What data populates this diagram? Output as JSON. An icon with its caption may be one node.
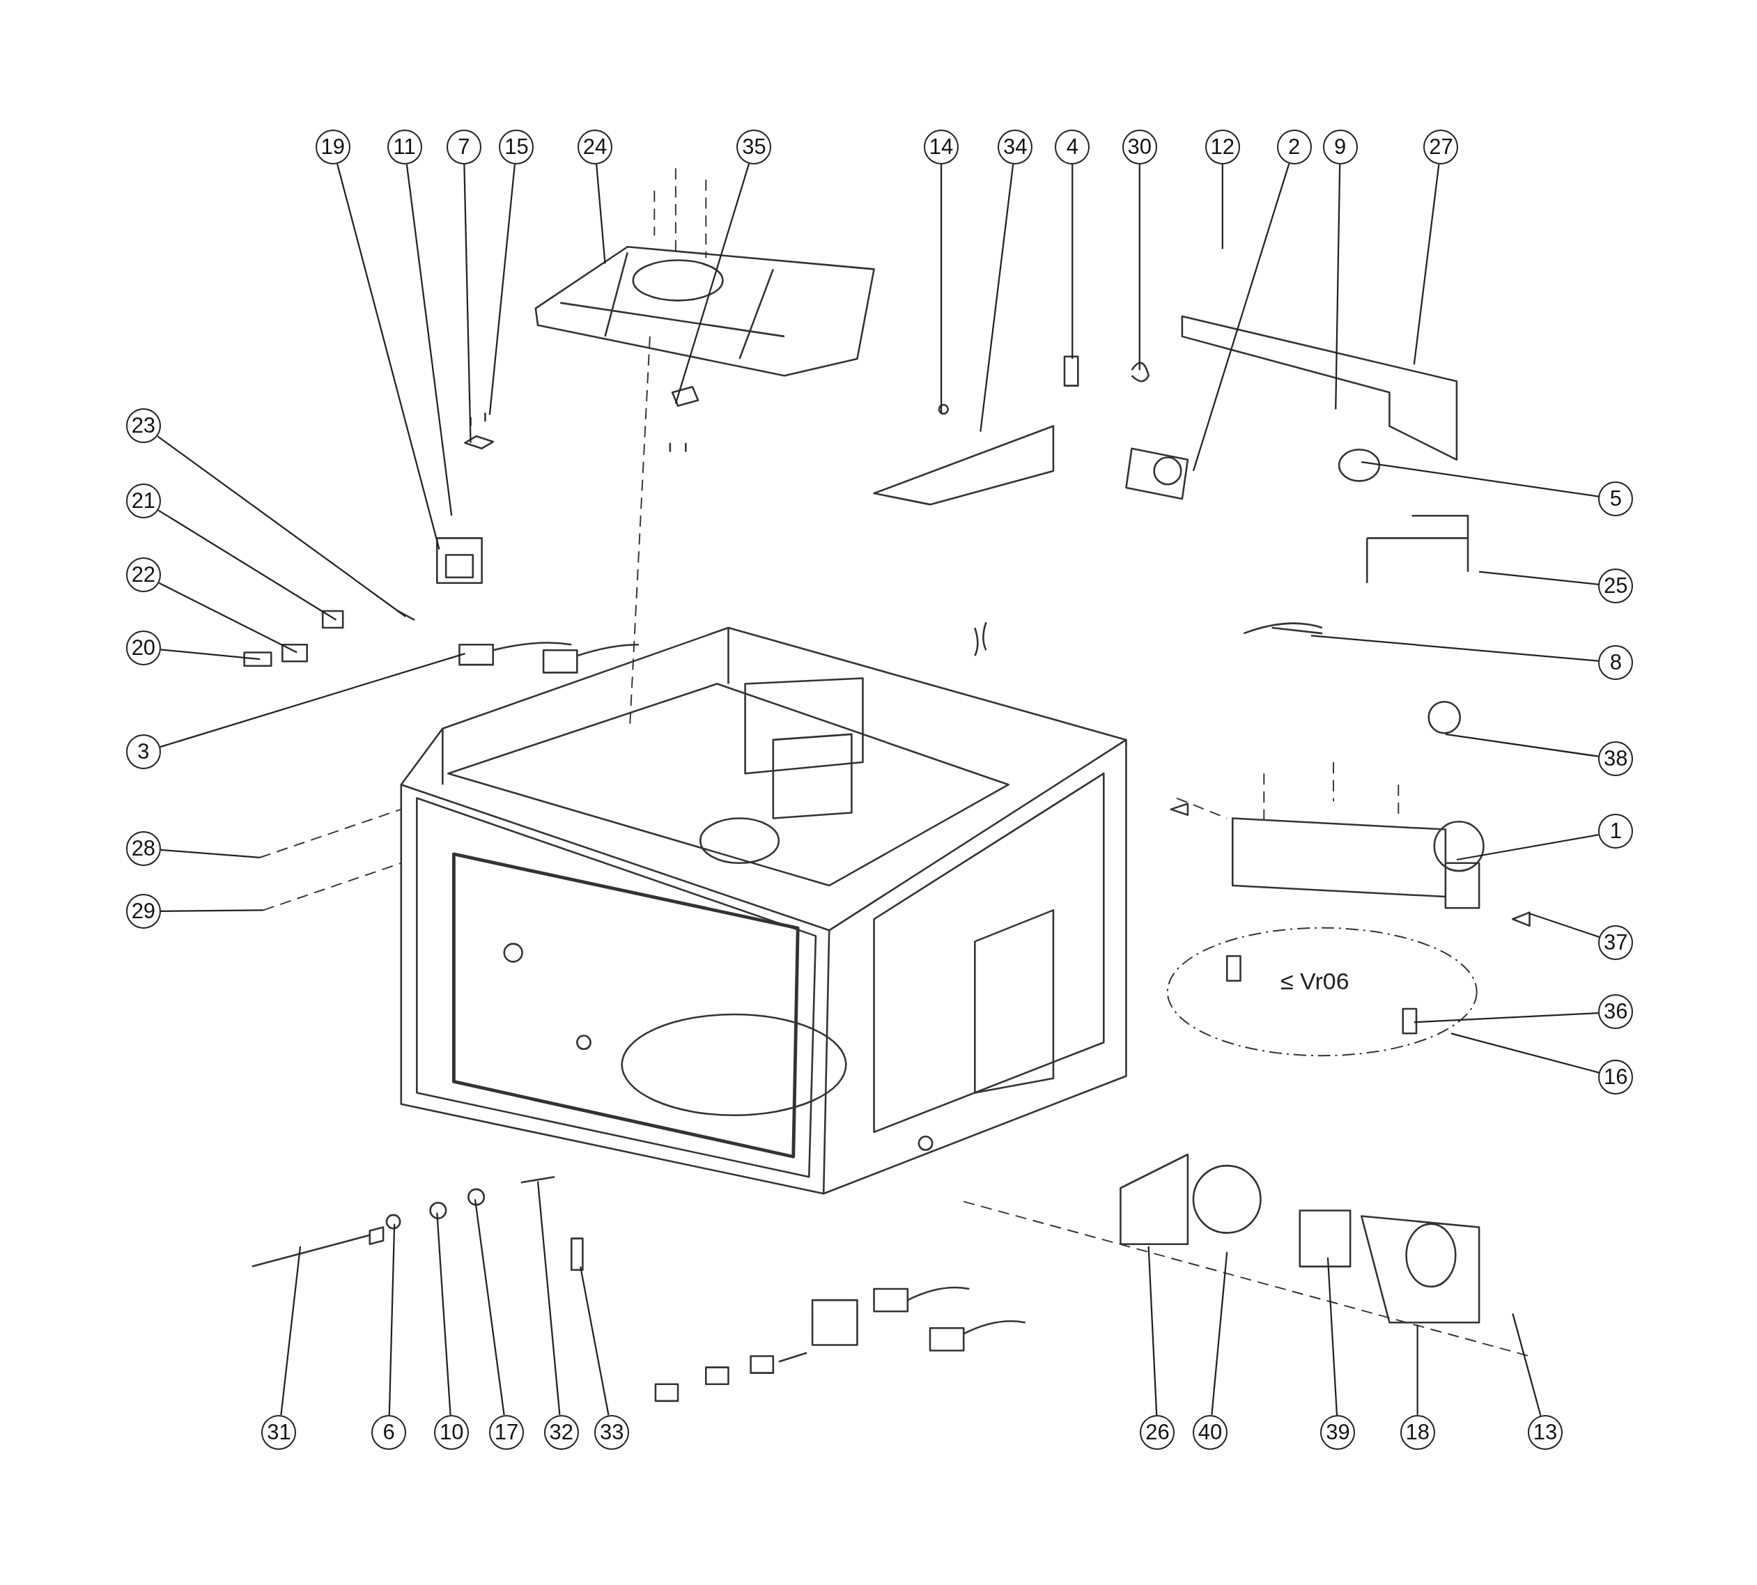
{
  "diagram": {
    "nodes": [
      {
        "text": [
          "19"
        ]
      },
      {
        "text": [
          "11"
        ]
      },
      {
        "text": [
          "7"
        ]
      },
      {
        "text": [
          "15"
        ]
      },
      {
        "text": [
          "24"
        ]
      },
      {
        "text": [
          "35"
        ]
      },
      {
        "text": [
          "14"
        ]
      },
      {
        "text": [
          "34"
        ]
      },
      {
        "text": [
          "4"
        ]
      },
      {
        "text": [
          "30"
        ]
      },
      {
        "text": [
          "12"
        ]
      },
      {
        "text": [
          "2"
        ]
      },
      {
        "text": [
          "9"
        ]
      },
      {
        "text": [
          "27"
        ]
      },
      {
        "text": [
          "23"
        ]
      },
      {
        "text": [
          "21"
        ]
      },
      {
        "text": [
          "22"
        ]
      },
      {
        "text": [
          "20"
        ]
      },
      {
        "text": [
          "3"
        ]
      },
      {
        "text": [
          "28"
        ]
      },
      {
        "text": [
          "29"
        ]
      },
      {
        "text": [
          "5"
        ]
      },
      {
        "text": [
          "25"
        ]
      },
      {
        "text": [
          "8"
        ]
      },
      {
        "text": [
          "38"
        ]
      },
      {
        "text": [
          "1"
        ]
      },
      {
        "text": [
          "37"
        ]
      },
      {
        "text": [
          "≤ Vr06"
        ]
      },
      {
        "text": [
          "36"
        ]
      },
      {
        "text": [
          "16"
        ]
      },
      {
        "text": [
          "31"
        ]
      },
      {
        "text": [
          "6"
        ]
      },
      {
        "text": [
          "10"
        ]
      },
      {
        "text": [
          "17"
        ]
      },
      {
        "text": [
          "32"
        ]
      },
      {
        "text": [
          "33"
        ]
      },
      {
        "text": [
          "26"
        ]
      },
      {
        "text": [
          "40"
        ]
      },
      {
        "text": [
          "39"
        ]
      },
      {
        "text": [
          "18"
        ]
      },
      {
        "text": [
          "13"
        ]
      }
    ],
    "edges": [
      {
        "from": 0,
        "to": null,
        "arrow": "none"
      },
      {
        "from": 1,
        "to": null,
        "arrow": "none"
      },
      {
        "from": 2,
        "to": null,
        "arrow": "none"
      },
      {
        "from": 3,
        "to": null,
        "arrow": "none"
      },
      {
        "from": 4,
        "to": null,
        "arrow": "none"
      },
      {
        "from": 5,
        "to": null,
        "arrow": "none"
      },
      {
        "from": 6,
        "to": null,
        "arrow": "none"
      },
      {
        "from": 7,
        "to": null,
        "arrow": "none"
      },
      {
        "from": 8,
        "to": null,
        "arrow": "none"
      },
      {
        "from": 9,
        "to": null,
        "arrow": "none"
      },
      {
        "from": 10,
        "to": null,
        "arrow": "none"
      },
      {
        "from": 11,
        "to": null,
        "arrow": "none"
      },
      {
        "from": 12,
        "to": null,
        "arrow": "none"
      },
      {
        "from": 13,
        "to": null,
        "arrow": "none"
      },
      {
        "from": 14,
        "to": null,
        "arrow": "none"
      },
      {
        "from": 15,
        "to": null,
        "arrow": "none"
      },
      {
        "from": 16,
        "to": null,
        "arrow": "none"
      },
      {
        "from": 17,
        "to": null,
        "arrow": "none"
      },
      {
        "from": 18,
        "to": null,
        "arrow": "none"
      },
      {
        "from": 19,
        "to": null,
        "arrow": "none"
      },
      {
        "from": 20,
        "to": null,
        "arrow": "none"
      },
      {
        "from": 21,
        "to": null,
        "arrow": "none"
      },
      {
        "from": 22,
        "to": null,
        "arrow": "none"
      },
      {
        "from": 23,
        "to": null,
        "arrow": "none"
      },
      {
        "from": 24,
        "to": null,
        "arrow": "none"
      },
      {
        "from": 25,
        "to": null,
        "arrow": "none"
      },
      {
        "from": 26,
        "to": null,
        "arrow": "none"
      },
      {
        "from": 28,
        "to": 27,
        "arrow": "none"
      },
      {
        "from": 29,
        "to": 27,
        "arrow": "none"
      },
      {
        "from": 30,
        "to": null,
        "arrow": "none"
      },
      {
        "from": 31,
        "to": null,
        "arrow": "none"
      },
      {
        "from": 32,
        "to": null,
        "arrow": "none"
      },
      {
        "from": 33,
        "to": null,
        "arrow": "none"
      },
      {
        "from": 34,
        "to": null,
        "arrow": "none"
      },
      {
        "from": 35,
        "to": null,
        "arrow": "none"
      },
      {
        "from": 36,
        "to": null,
        "arrow": "none"
      },
      {
        "from": 37,
        "to": null,
        "arrow": "none"
      },
      {
        "from": 38,
        "to": null,
        "arrow": "none"
      },
      {
        "from": 39,
        "to": null,
        "arrow": "none"
      },
      {
        "from": 40,
        "to": null,
        "arrow": "none"
      }
    ]
  }
}
